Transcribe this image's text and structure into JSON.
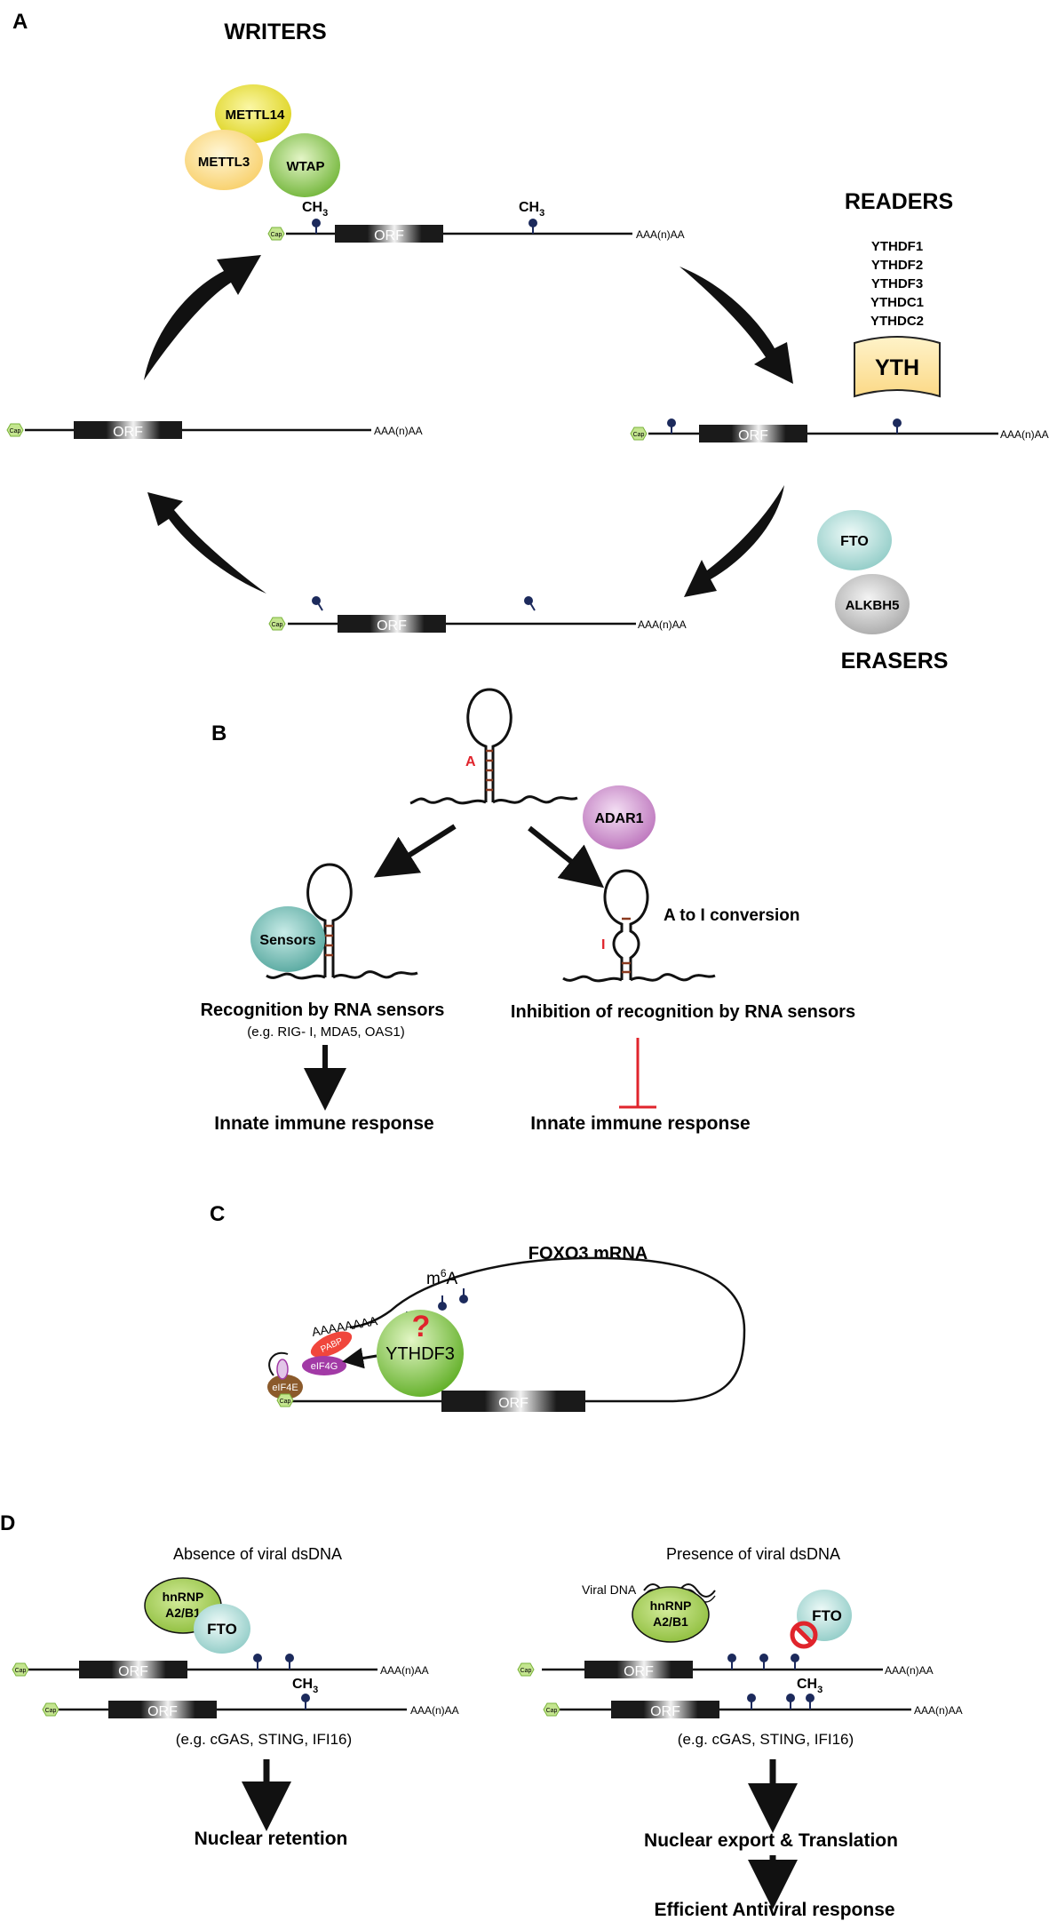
{
  "panels": {
    "a": "A",
    "b": "B",
    "c": "C",
    "d": "D"
  },
  "common": {
    "cap": "Cap",
    "orf": "ORF",
    "polya": "AAA(n)AA",
    "ch3_base": "CH",
    "ch3_sub": "3"
  },
  "panel_a": {
    "writers_title": "WRITERS",
    "readers_title": "READERS",
    "erasers_title": "ERASERS",
    "writers": [
      "METTL14",
      "METTL3",
      "WTAP"
    ],
    "readers": [
      "YTHDF1",
      "YTHDF2",
      "YTHDF3",
      "YTHDC1",
      "YTHDC2"
    ],
    "yth_label": "YTH",
    "erasers": [
      "FTO",
      "ALKBH5"
    ]
  },
  "panel_b": {
    "base_a": "A",
    "base_i": "I",
    "adar": "ADAR1",
    "sensors": "Sensors",
    "conversion": "A to I conversion",
    "recognition": "Recognition by RNA sensors",
    "examples": "(e.g. RIG- I, MDA5, OAS1)",
    "inhibition": "Inhibition of recognition by RNA sensors",
    "innate_left": "Innate immune response",
    "innate_right": "Innate immune response"
  },
  "panel_c": {
    "title": "FOXO3 mRNA",
    "m6a_base": "m",
    "m6a_sup": "6",
    "m6a_tail": "A",
    "polya": "AAAAAAAA",
    "question": "?",
    "ythdf3": "YTHDF3",
    "pabp": "PABP",
    "eif4g": "eIF4G",
    "eif4e": "eIF4E",
    "cap": "Cap",
    "orf": "ORF"
  },
  "panel_d": {
    "absence_title": "Absence of viral dsDNA",
    "presence_title": "Presence of viral dsDNA",
    "hnrnp_line1": "hnRNP",
    "hnrnp_line2": "A2/B1",
    "fto": "FTO",
    "viral_dna": "Viral DNA",
    "examples_left": "(e.g. cGAS, STING, IFI16)",
    "examples_right": "(e.g. cGAS, STING, IFI16)",
    "nuclear_retention": "Nuclear retention",
    "nuclear_export": "Nuclear export & Translation",
    "antiviral": "Efficient Antiviral response"
  },
  "colors": {
    "methyl_dot": "#1c2a5c",
    "stem_bar": "#8b3a1f",
    "inhibit_red": "#e0242c",
    "cap_green": "#9acd58",
    "mettl14": "#e4dc2a",
    "mettl3": "#fbd983",
    "wtap": "#86c24a",
    "yth": "#fce3a0",
    "fto": "#a8d8d4",
    "alkbh5": "#bdbdbd",
    "adar": "#c987c9",
    "sensors": "#6fb8b0",
    "ythdf3": "#8ccf4a",
    "hnrnp": "#a6cc5c"
  }
}
